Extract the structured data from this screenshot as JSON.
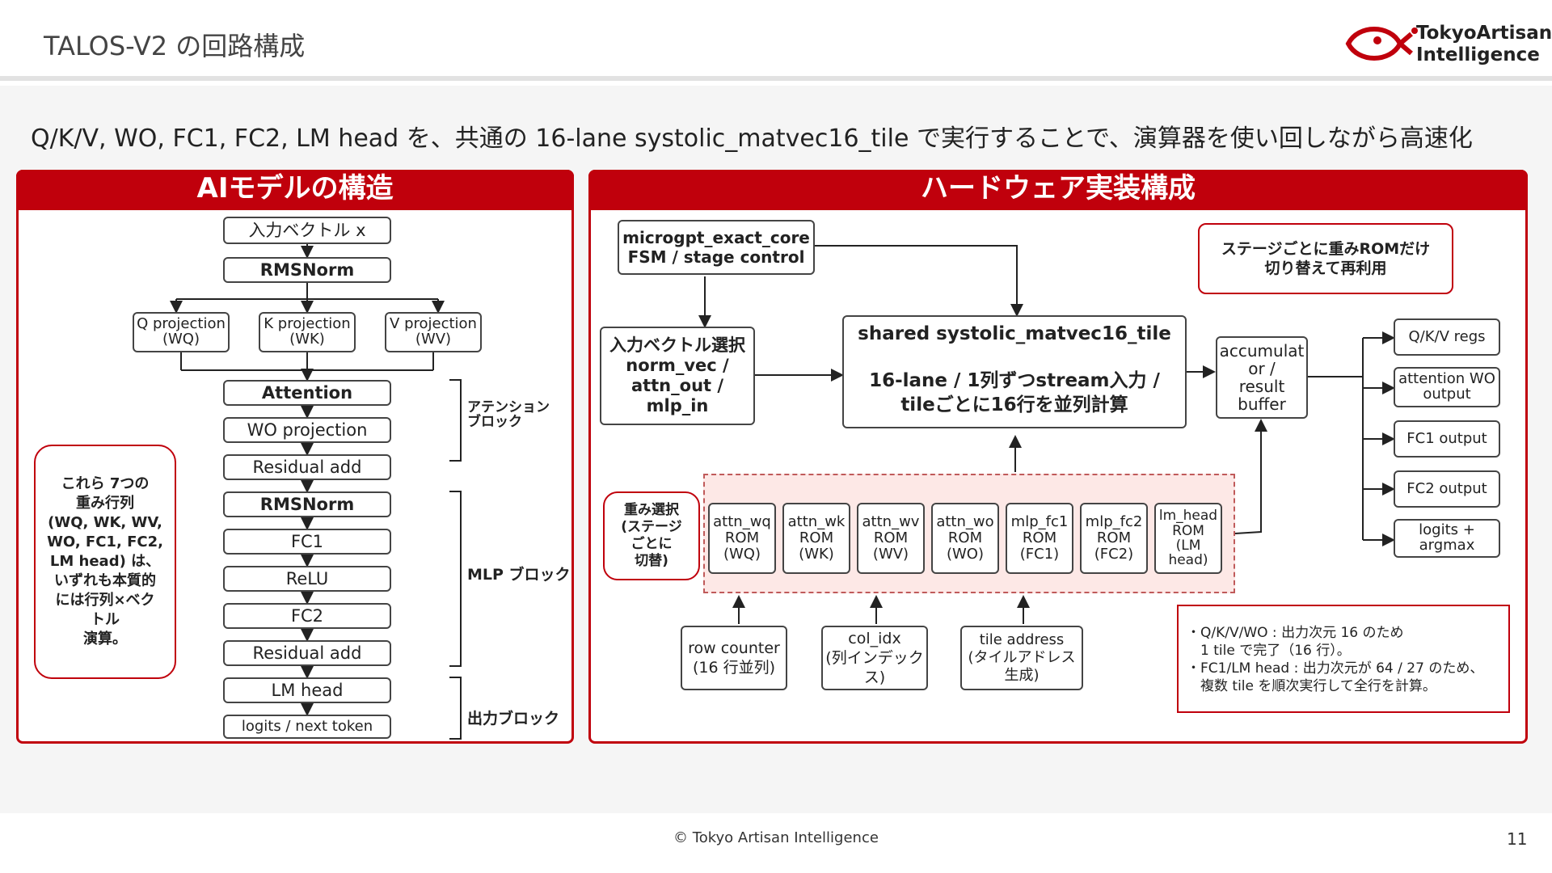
{
  "header": {
    "title": "TALOS-V2 の回路構成",
    "logo_line1": "TokyoArtisan",
    "logo_line2": "Intelligence"
  },
  "subtitle": "Q/K/V, WO, FC1, FC2, LM head を、共通の 16-lane systolic_matvec16_tile で実行することで、演算器を使い回しながら高速化",
  "left_panel": {
    "heading": "AIモデルの構造",
    "input": "入力ベクトル x",
    "rmsnorm1": "RMSNorm",
    "q_proj": [
      "Q projection",
      "(WQ)"
    ],
    "k_proj": [
      "K projection",
      "(WK)"
    ],
    "v_proj": [
      "V projection",
      "(WV)"
    ],
    "attention": "Attention",
    "wo_proj": "WO projection",
    "residual1": "Residual add",
    "rmsnorm2": "RMSNorm",
    "fc1": "FC1",
    "relu": "ReLU",
    "fc2": "FC2",
    "residual2": "Residual add",
    "lm_head": "LM head",
    "logits": "logits / next token",
    "block_attention": [
      "アテンション",
      "ブロック"
    ],
    "block_mlp": "MLP ブロック",
    "block_output": "出力ブロック",
    "note": [
      "これら 7つの",
      "重み行列",
      "(WQ, WK, WV,",
      "WO, FC1, FC2,",
      "LM head) は、",
      "いずれも本質的",
      "には行列×ベク",
      "トル",
      "演算。"
    ]
  },
  "right_panel": {
    "heading": "ハードウェア実装構成",
    "fsm": [
      "microgpt_exact_core",
      "FSM / stage control"
    ],
    "note": [
      "ステージごとに重みROMだけ",
      "切り替えて再利用"
    ],
    "input_select": [
      "入力ベクトル選択",
      "norm_vec /",
      "attn_out /",
      "mlp_in"
    ],
    "tile": [
      "shared systolic_matvec16_tile",
      "16-lane / 1列ずつstream入力 /",
      "tileごとに16行を並列計算"
    ],
    "accumulator": [
      "accumulat",
      "or /",
      "result",
      "buffer"
    ],
    "outputs": [
      [
        "Q/K/V regs"
      ],
      [
        "attention WO",
        "output"
      ],
      [
        "FC1 output"
      ],
      [
        "FC2 output"
      ],
      [
        "logits +",
        "argmax"
      ]
    ],
    "weight_select": [
      "重み選択",
      "(ステージ",
      "ごとに",
      "切替)"
    ],
    "roms": [
      [
        "attn_wq",
        "ROM",
        "(WQ)"
      ],
      [
        "attn_wk",
        "ROM",
        "(WK)"
      ],
      [
        "attn_wv",
        "ROM",
        "(WV)"
      ],
      [
        "attn_wo",
        "ROM",
        "(WO)"
      ],
      [
        "mlp_fc1",
        "ROM",
        "(FC1)"
      ],
      [
        "mlp_fc2",
        "ROM",
        "(FC2)"
      ],
      [
        "lm_head",
        "ROM",
        "(LM",
        "head)"
      ]
    ],
    "row_counter": [
      "row counter",
      "(16 行並列)"
    ],
    "col_idx": [
      "col_idx",
      "(列インデック",
      "ス)"
    ],
    "tile_addr": [
      "tile address",
      "(タイルアドレス",
      "生成)"
    ],
    "info": [
      "・Q/K/V/WO : 出力次元 16 のため",
      "　1 tile で完了（16 行）。",
      "・FC1/LM head : 出力次元が 64 / 27 のため、",
      "　複数 tile を順次実行して全行を計算。"
    ]
  },
  "footer": {
    "copyright": "© Tokyo Artisan Intelligence",
    "page": "11"
  },
  "colors": {
    "accent": "#c0000c",
    "rom_bg": "#fde8e6"
  }
}
